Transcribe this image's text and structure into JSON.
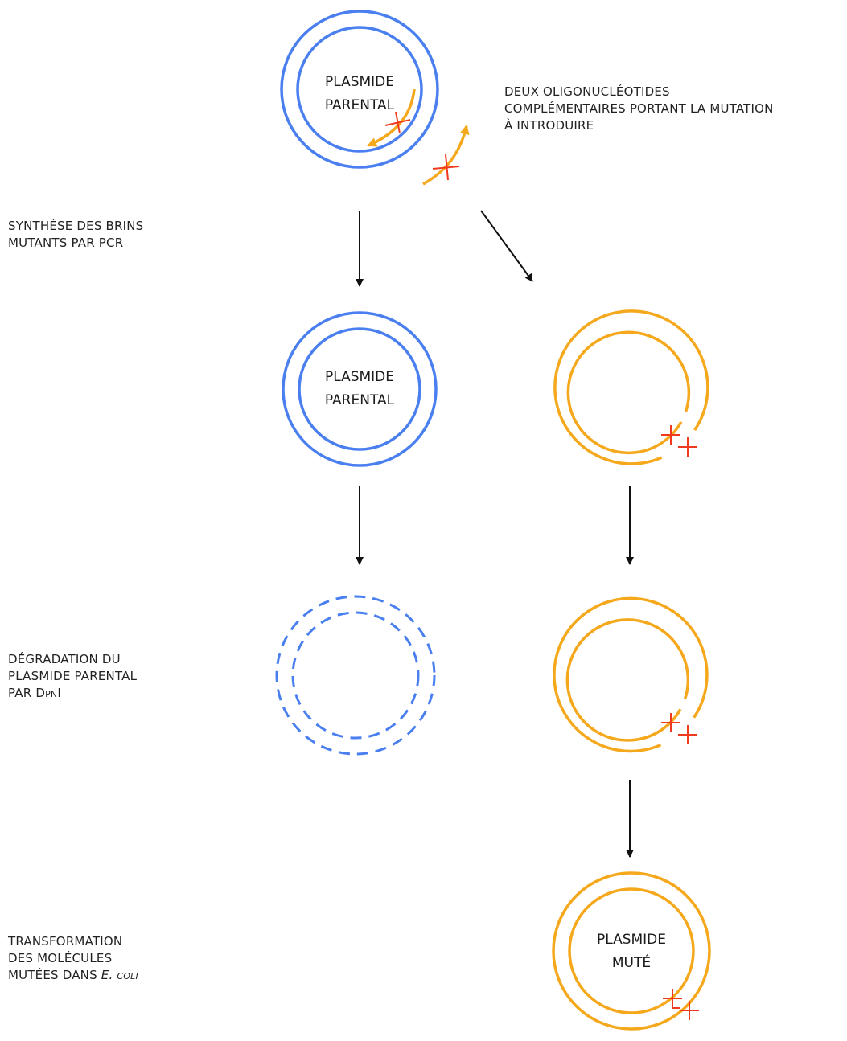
{
  "labels": {
    "parental_top_line1": "PLASMIDE",
    "parental_top_line2": "PARENTAL",
    "parental_mid_line1": "PLASMIDE",
    "parental_mid_line2": "PARENTAL",
    "mutated_line1": "PLASMIDE",
    "mutated_line2": "MUTÉ",
    "oligo_line1": "DEUX OLIGONUCLÉOTIDES",
    "oligo_line2": "COMPLÉMENTAIRES PORTANT LA MUTATION",
    "oligo_line3": "À INTRODUIRE",
    "step1_line1": "SYNTHÈSE DES BRINS",
    "step1_line2": "MUTANTS PAR PCR",
    "step2_line1": "DÉGRADATION DU",
    "step2_line2": "PLASMIDE PARENTAL",
    "step2_line3_prefix": "PAR ",
    "step2_line3_enzyme": "DpnI",
    "step3_line1": "TRANSFORMATION",
    "step3_line2": "DES MOLÉCULES",
    "step3_line3_prefix": "MUTÉES DANS ",
    "step3_line3_organism": "E. coli"
  },
  "colors": {
    "parental": "#4a7ff0",
    "mutant": "#f5a81c",
    "mutation": "#f03a1e",
    "arrow": "#111111"
  }
}
